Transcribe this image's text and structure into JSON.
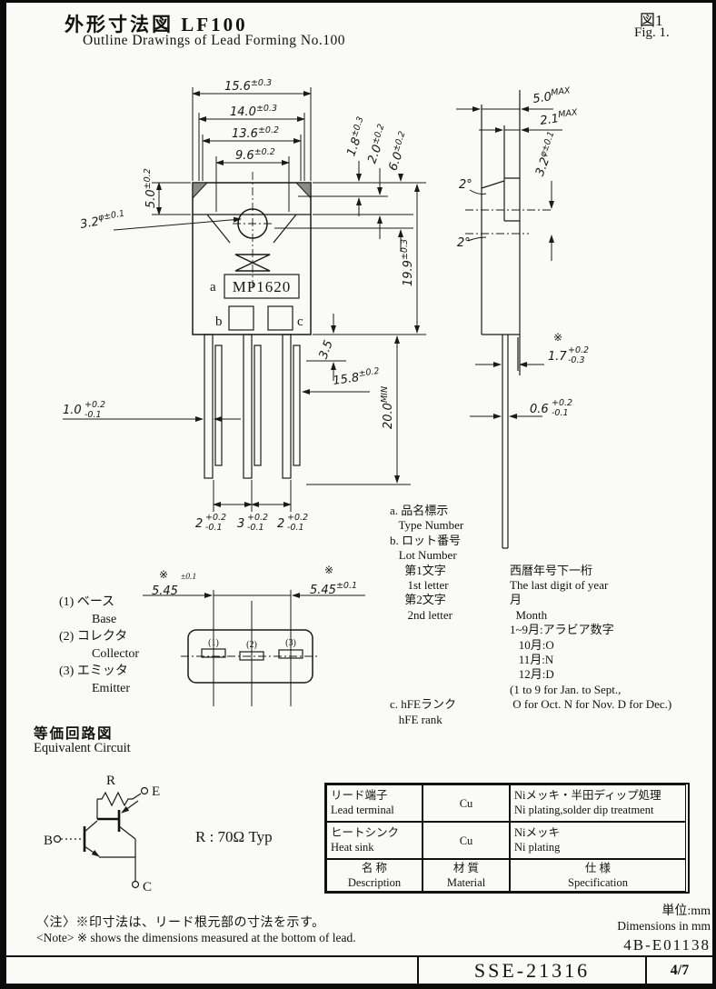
{
  "header": {
    "title_jp": "外形寸法図 LF100",
    "title_en": "Outline Drawings of Lead Forming No.100",
    "fig_jp": "図1",
    "fig_en": "Fig. 1."
  },
  "marking": {
    "a": "a",
    "type_number": "MP1620",
    "b": "b",
    "c": "c"
  },
  "front": {
    "d156": {
      "v": "15.6",
      "t": "±0.3"
    },
    "d140": {
      "v": "14.0",
      "t": "±0.3"
    },
    "d136": {
      "v": "13.6",
      "t": "±0.2"
    },
    "d96": {
      "v": "9.6",
      "t": "±0.2"
    },
    "d50": {
      "v": "5.0",
      "t": "±0.2"
    },
    "d32": {
      "v": "3.2",
      "t": "φ±0.1"
    },
    "d18": {
      "v": "1.8",
      "t": "±0.3"
    },
    "d20": {
      "v": "2.0",
      "t": "±0.2"
    },
    "d60": {
      "v": "6.0",
      "t": "±0.2"
    },
    "d199": {
      "v": "19.9",
      "t": "±0.3"
    },
    "d35": {
      "v": "3.5"
    },
    "d158": {
      "v": "15.8",
      "t": "±0.2"
    },
    "d200": {
      "v": "20.0",
      "t": "MIN"
    },
    "d10": {
      "v": "1.0",
      "tp": "+0.2",
      "tm": "-0.1"
    },
    "p2a": {
      "v": "2",
      "tp": "+0.2",
      "tm": "-0.1"
    },
    "p3": {
      "v": "3",
      "tp": "+0.2",
      "tm": "-0.1"
    },
    "p2b": {
      "v": "2",
      "tp": "+0.2",
      "tm": "-0.1"
    }
  },
  "side": {
    "d50max": {
      "v": "5.0",
      "t": "MAX"
    },
    "d21max": {
      "v": "2.1",
      "t": "MAX"
    },
    "d32": {
      "v": "3.2",
      "t": "φ±0.1"
    },
    "ang1": "2°",
    "ang2": "2°",
    "star": "※",
    "d17": {
      "v": "1.7",
      "tp": "+0.2",
      "tm": "-0.3"
    },
    "d06": {
      "v": "0.6",
      "tp": "+0.2",
      "tm": "-0.1"
    }
  },
  "bottom": {
    "star_l": "※",
    "star_r": "※",
    "d545l": {
      "v": "5.45",
      "t": "±0.1"
    },
    "d545r": {
      "v": "5.45",
      "t": "±0.1"
    },
    "pin1": "(1)",
    "pin2": "(2)",
    "pin3": "(3)"
  },
  "pins": {
    "items": [
      {
        "jp": "(1) ベース",
        "en": "Base"
      },
      {
        "jp": "(2) コレクタ",
        "en": "Collector"
      },
      {
        "jp": "(3) エミッタ",
        "en": "Emitter"
      }
    ]
  },
  "notes": {
    "rows": [
      {
        "l": "a. 品名標示",
        "r": ""
      },
      {
        "l": "   Type Number",
        "r": ""
      },
      {
        "l": "b. ロット番号",
        "r": ""
      },
      {
        "l": "   Lot Number",
        "r": ""
      },
      {
        "l": "     第1文字",
        "r": "西暦年号下一桁"
      },
      {
        "l": "      1st letter",
        "r": "The last digit of year"
      },
      {
        "l": "     第2文字",
        "r": "月"
      },
      {
        "l": "      2nd letter",
        "r": "  Month"
      },
      {
        "l": "",
        "r": "1~9月:アラビア数字"
      },
      {
        "l": "",
        "r": "   10月:O"
      },
      {
        "l": "",
        "r": "   11月:N"
      },
      {
        "l": "",
        "r": "   12月:D"
      },
      {
        "l": "",
        "r": "(1 to 9 for Jan. to Sept.,"
      },
      {
        "l": "c. hFEランク",
        "r": " O for Oct. N for Nov. D for Dec.)"
      },
      {
        "l": "   hFE rank",
        "r": ""
      }
    ]
  },
  "circuit": {
    "title_jp": "等価回路図",
    "title_en": "Equivalent Circuit",
    "r_label": "R",
    "e_label": "E",
    "b_label": "B",
    "c_label": "C",
    "r_value": "R : 70Ω Typ"
  },
  "table": {
    "rows": [
      {
        "name_jp": "リード端子",
        "name_en": "Lead terminal",
        "material": "Cu",
        "spec_jp": "Niメッキ・半田ディップ処理",
        "spec_en": "Ni plating,solder dip treatment"
      },
      {
        "name_jp": "ヒートシンク",
        "name_en": "Heat sink",
        "material": "Cu",
        "spec_jp": "Niメッキ",
        "spec_en": "Ni plating"
      }
    ],
    "footer": {
      "name_jp": "名 称",
      "name_en": "Description",
      "material_jp": "材 質",
      "material_en": "Material",
      "spec_jp": "仕 様",
      "spec_en": "Specification"
    }
  },
  "unit": {
    "jp": "単位:mm",
    "en": "Dimensions in mm",
    "doc_no": "4B-E01138"
  },
  "note": {
    "jp": "〈注〉※印寸法は、リード根元部の寸法を示す。",
    "en": "<Note> ※ shows the dimensions measured at the bottom of lead."
  },
  "footer": {
    "doc_id": "SSE-21316",
    "page": "4/7"
  }
}
